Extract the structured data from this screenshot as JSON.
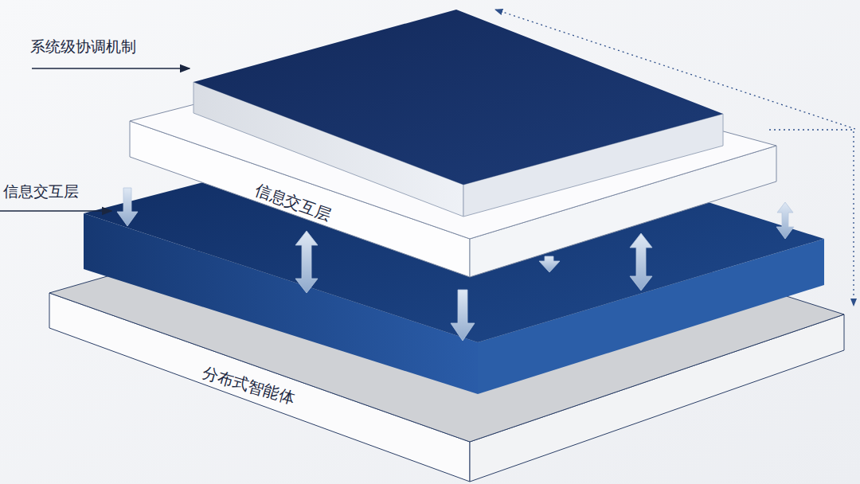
{
  "diagram": {
    "nodes": [
      {
        "text": [
          "信息交互层"
        ]
      },
      {
        "text": [
          "分布式智能体"
        ]
      }
    ],
    "labels": [
      "系统级协调机制",
      "信息交互层"
    ]
  }
}
